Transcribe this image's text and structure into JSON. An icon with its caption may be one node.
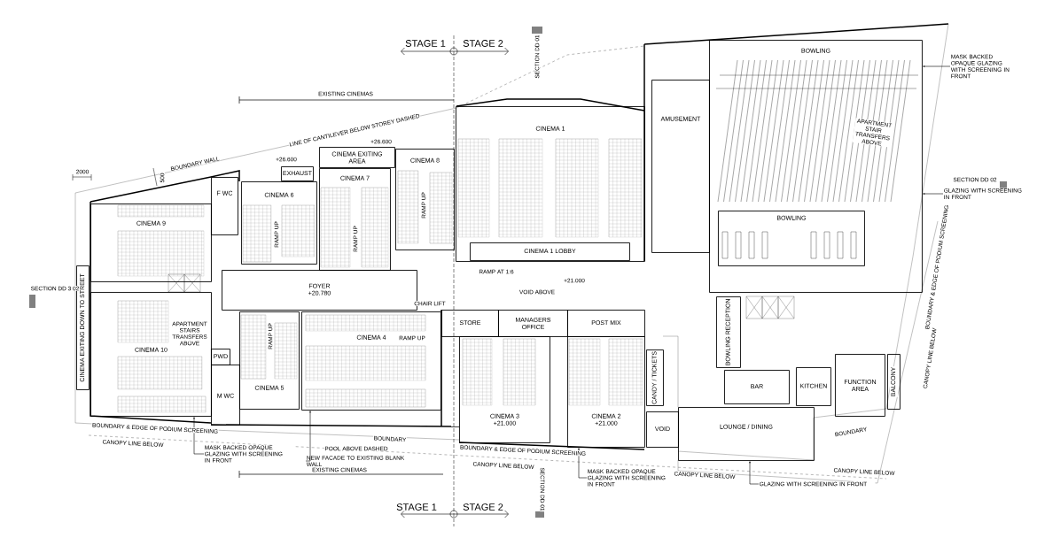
{
  "diagram": {
    "nodes": [
      {
        "text": [
          "BOWLING"
        ]
      },
      {
        "text": [
          "MASK BACKED OPAQUE GLAZING WITH SCREENING IN FRONT"
        ]
      },
      {
        "text": [
          "AMUSEMENT"
        ]
      },
      {
        "text": [
          "CINEMA 1"
        ]
      },
      {
        "text": [
          "CINEMA EXITING AREA"
        ]
      },
      {
        "text": [
          "CINEMA 8"
        ]
      },
      {
        "text": [
          "EXHAUST"
        ]
      },
      {
        "text": [
          "CINEMA 7"
        ]
      },
      {
        "text": [
          "F WC"
        ]
      },
      {
        "text": [
          "CINEMA 6"
        ]
      },
      {
        "text": [
          "CINEMA 9"
        ]
      },
      {
        "text": [
          "GLAZING WITH SCREENING IN FRONT"
        ]
      },
      {
        "text": [
          "BOWLING"
        ],
        "in": 0
      },
      {
        "text": [
          "CINEMA 1 LOBBY"
        ],
        "in": 3
      },
      {
        "text": [
          "CINEMA EXITING DOWN TO STREET"
        ]
      },
      {
        "text": [
          "FOYER",
          "+20.780"
        ]
      },
      {
        "text": [
          "STORE"
        ]
      },
      {
        "text": [
          "MANAGERS OFFICE"
        ]
      },
      {
        "text": [
          "POST MIX"
        ]
      },
      {
        "text": [
          "BOWLING RECEPTION"
        ]
      },
      {
        "text": [
          "CINEMA 4"
        ]
      },
      {
        "text": [
          "CINEMA 10"
        ]
      },
      {
        "text": [
          "PWD"
        ]
      },
      {
        "text": [
          "CINEMA 5"
        ]
      },
      {
        "text": [
          "M WC"
        ]
      },
      {
        "text": [
          "CANDY / TICKETS"
        ]
      },
      {
        "text": [
          "BAR"
        ]
      },
      {
        "text": [
          "KITCHEN"
        ]
      },
      {
        "text": [
          "FUNCTION AREA"
        ]
      },
      {
        "text": [
          "CINEMA 3",
          "+21.000"
        ]
      },
      {
        "text": [
          "CINEMA 2",
          "+21.000"
        ]
      },
      {
        "text": [
          "VOID"
        ]
      },
      {
        "text": [
          "LOUNGE / DINING"
        ]
      },
      {
        "text": [
          "BALCONY"
        ]
      },
      {
        "text": [
          "MASK BACKED OPAQUE GLAZING WITH SCREENING IN FRONT"
        ]
      },
      {
        "text": [
          "NEW FACADE TO EXISTING BLANK WALL"
        ]
      },
      {
        "text": [
          "MASK BACKED OPAQUE GLAZING WITH SCREENING IN FRONT"
        ]
      },
      {
        "text": [
          "GLAZING WITH SCREENING IN FRONT"
        ]
      }
    ],
    "edges": [
      {
        "from": 1,
        "to": 0,
        "arrow": "to"
      },
      {
        "from": 11,
        "to": 0,
        "arrow": "to"
      },
      {
        "from": 34,
        "to": 21,
        "arrow": "to"
      },
      {
        "from": 35,
        "to": 20,
        "arrow": "to"
      },
      {
        "from": 36,
        "to": 30,
        "arrow": "to"
      },
      {
        "from": 37,
        "to": 32,
        "arrow": "to"
      }
    ],
    "labels": [
      "STAGE 1",
      "STAGE 2",
      "SECTION DD 01",
      "EXISTING CINEMAS",
      "BOUNDARY WALL",
      "LINE OF CANTILEVER BELOW STOREY DASHED",
      "+26.600",
      "+26.600",
      "2000",
      "500",
      "APARTMENT STAIR TRANSFERS ABOVE",
      "SECTION DD 02",
      "RAMP UP",
      "RAMP UP",
      "RAMP UP",
      "RAMP AT 1:6",
      "+21.000",
      "VOID ABOVE",
      "SECTION DD 3 02",
      "CHAIR LIFT",
      "RAMP UP",
      "RAMP UP",
      "APARTMENT STAIRS TRANSFERS ABOVE",
      "BOUNDARY & EDGE OF PODIUM SCREENING",
      "CANOPY LINE BELOW",
      "BOUNDARY",
      "POOL ABOVE DASHED",
      "BOUNDARY & EDGE OF PODIUM SCREENING",
      "CANOPY LINE BELOW",
      "EXISTING CINEMAS",
      "BOUNDARY",
      "CANOPY LINE BELOW",
      "CANOPY LINE BELOW",
      "BOUNDARY & EDGE OF PODIUM SCREENING",
      "CANOPY LINE BELOW",
      "STAGE 1",
      "STAGE 2",
      "SECTION DD 01"
    ]
  }
}
